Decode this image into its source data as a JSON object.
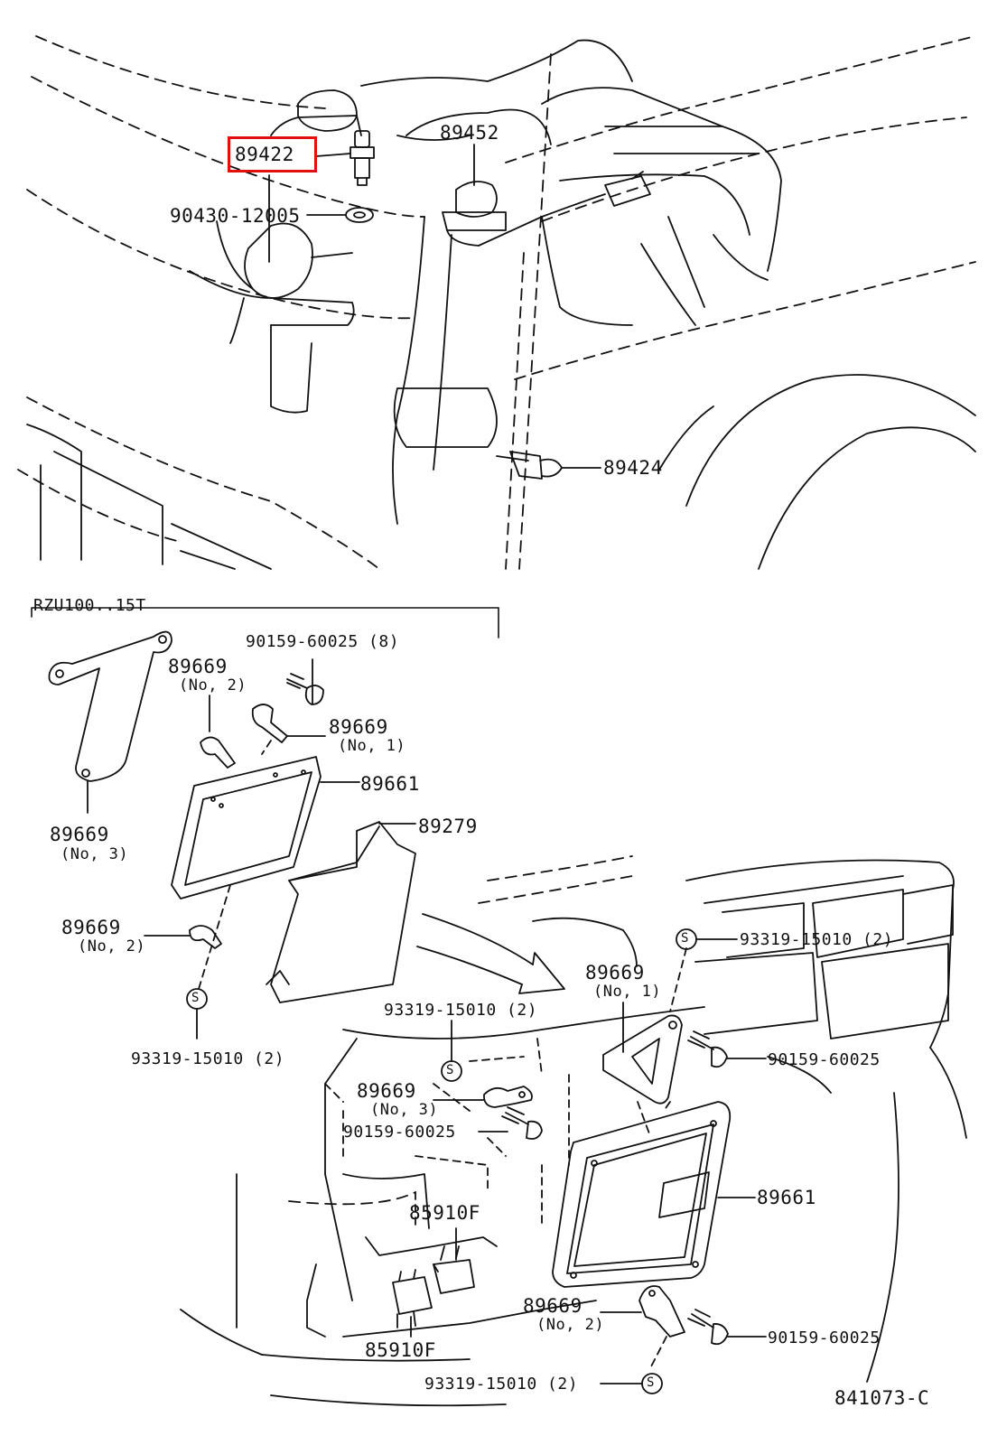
{
  "diagram": {
    "highlight_color": "#e01010",
    "line_color": "#111111",
    "drawing_number": "841073-C",
    "variant_label": "RZU100..15T",
    "parts": {
      "p89422": "89422",
      "p89452": "89452",
      "p90430": "90430-12005",
      "p89424": "89424",
      "p90159_8": "90159-60025 (8)",
      "p89669_a": "89669",
      "p89669_a_sub": "(No, 2)",
      "p89669_b": "89669",
      "p89669_b_sub": "(No, 1)",
      "p89661_a": "89661",
      "p89669_c": "89669",
      "p89669_c_sub": "(No, 3)",
      "p89279": "89279",
      "p89669_d": "89669",
      "p89669_d_sub": "(No, 2)",
      "p93319_a": "93319-15010 (2)",
      "p93319_b": "93319-15010 (2)",
      "p89669_e": "89669",
      "p89669_e_sub": "(No, 1)",
      "p93319_c": "93319-15010 (2)",
      "p90159_b": "90159-60025",
      "p89669_f": "89669",
      "p89669_f_sub": "(No, 3)",
      "p90159_c": "90159-60025",
      "p89661_b": "89661",
      "p85910_a": "85910F",
      "p85910_b": "85910F",
      "p89669_g": "89669",
      "p89669_g_sub": "(No, 2)",
      "p90159_d": "90159-60025",
      "p93319_d": "93319-15010 (2)"
    }
  }
}
